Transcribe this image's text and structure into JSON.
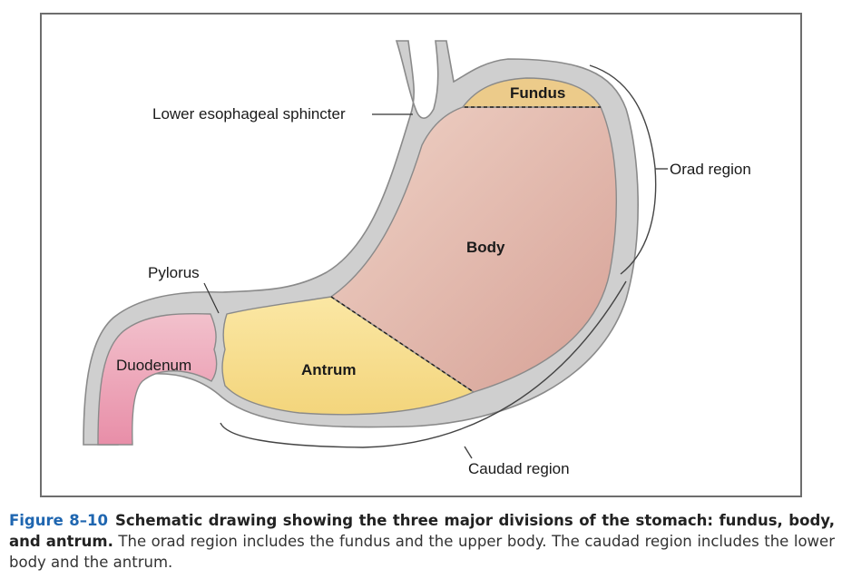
{
  "labels": {
    "lower_esophageal_sphincter": "Lower esophageal sphincter",
    "fundus": "Fundus",
    "orad_region": "Orad region",
    "body": "Body",
    "pylorus": "Pylorus",
    "duodenum": "Duodenum",
    "antrum": "Antrum",
    "caudad_region": "Caudad region"
  },
  "caption": {
    "figure_number": "Figure 8–10",
    "bold_text": "Schematic drawing showing the three major divisions of the stomach: fundus, body, and antrum.",
    "normal_text": " The orad region includes the fundus and the upper body. The caudad region includes the lower body and the antrum."
  },
  "colors": {
    "wall": "#cfcfcf",
    "wall_outline": "#8a8a8a",
    "fundus": "#eccb8a",
    "body": "#dcaaa0",
    "antrum": "#f6dc8e",
    "duodenum": "#eda5ba",
    "caption_accent": "#1f66b0"
  }
}
